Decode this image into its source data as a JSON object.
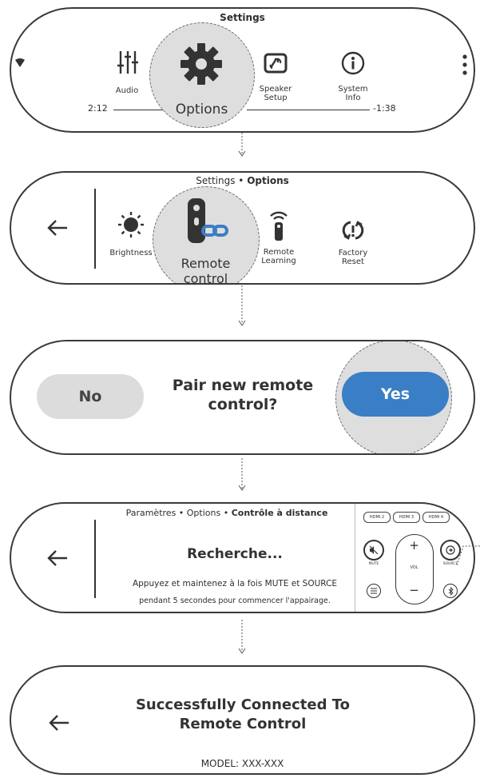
{
  "panel1": {
    "title": "Settings",
    "audio": "Audio",
    "options": "Options",
    "speaker_setup_1": "Speaker",
    "speaker_setup_2": "Setup",
    "system_info_1": "System",
    "system_info_2": "Info",
    "time_elapsed": "2:12",
    "time_remaining": "-1:38"
  },
  "panel2": {
    "breadcrumb_prefix": "Settings •",
    "breadcrumb_current": "Options",
    "brightness": "Brightness",
    "remote_control_1": "Remote",
    "remote_control_2": "control",
    "remote_learning_1": "Remote",
    "remote_learning_2": "Learning",
    "factory_reset_1": "Factory",
    "factory_reset_2": "Reset"
  },
  "panel3": {
    "question_1": "Pair new remote",
    "question_2": "control?",
    "no": "No",
    "yes": "Yes",
    "yes_color": "#3a7ec6"
  },
  "panel4": {
    "breadcrumb_prefix": "Paramètres • Options •",
    "breadcrumb_current": "Contrôle à distance",
    "status": "Recherche...",
    "instruction_1": "Appuyez et maintenez à la fois MUTE et SOURCE",
    "instruction_2": "pendant 5 secondes pour commencer l'appairage.",
    "remote": {
      "hdmi_buttons": [
        "HDMI 2",
        "HDMI 3",
        "HDMI 4"
      ],
      "mute": "MUTE",
      "source": "SOURCE",
      "vol": "VOL",
      "plus": "+",
      "minus": "−"
    }
  },
  "panel5": {
    "message_1": "Successfully Connected To",
    "message_2": "Remote Control",
    "model": "MODEL: XXX-XXX"
  }
}
